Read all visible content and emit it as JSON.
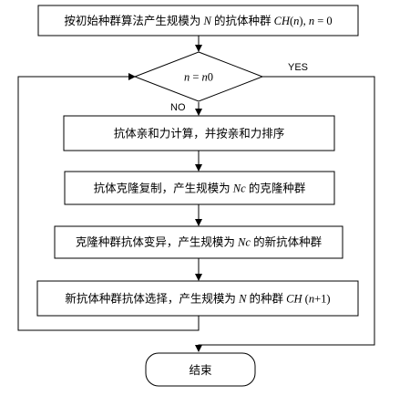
{
  "nodes": {
    "init": {
      "parts": [
        "按初始种群算法产生规模为 ",
        "N",
        " 的抗体种群 ",
        "CH",
        "(",
        "n",
        "), ",
        "n",
        " = 0"
      ]
    },
    "decision": {
      "parts": [
        "n",
        " = ",
        "n",
        "0"
      ]
    },
    "affinity": {
      "text": "抗体亲和力计算，并按亲和力排序"
    },
    "clone": {
      "parts": [
        "抗体克隆复制，产生规模为 ",
        "Nc",
        " 的克隆种群"
      ]
    },
    "mutate": {
      "parts": [
        "克隆种群抗体变异，产生规模为 ",
        "Nc",
        " 的新抗体种群"
      ]
    },
    "select": {
      "parts": [
        "新抗体种群抗体选择，产生规模为 ",
        "N",
        " 的种群 ",
        "CH",
        " (",
        "n",
        "+1)"
      ]
    },
    "end": {
      "text": "结束"
    }
  },
  "labels": {
    "yes": "YES",
    "no": "NO"
  }
}
